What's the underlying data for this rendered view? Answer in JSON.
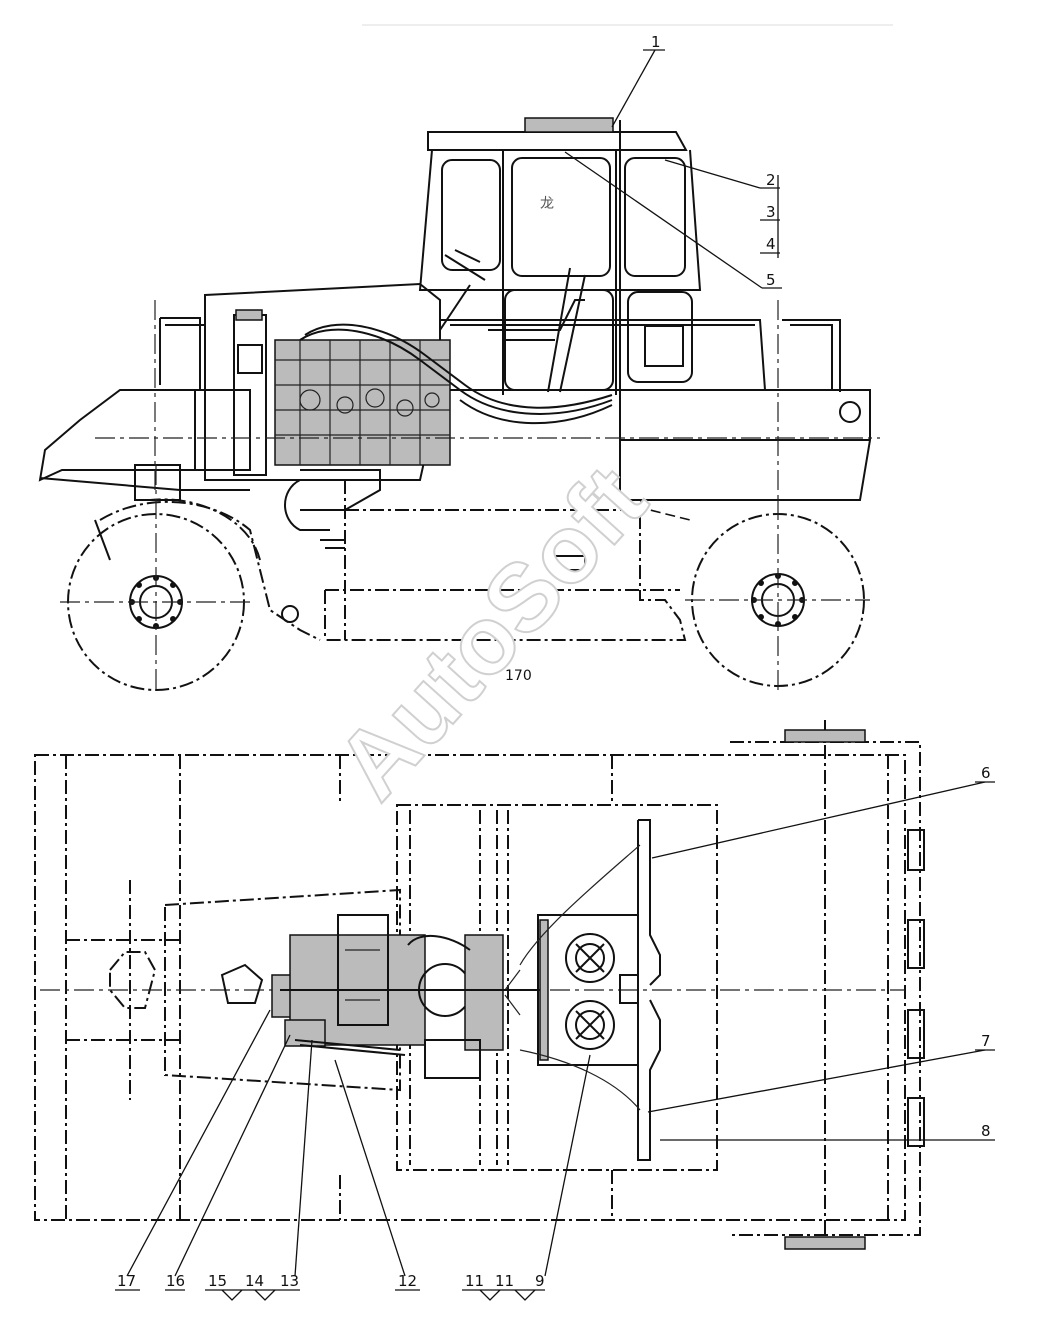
{
  "watermark": "AutoSoft",
  "dimension_text": "170",
  "callouts": {
    "c1": "1",
    "c2": "2",
    "c3": "3",
    "c4": "4",
    "c5": "5",
    "c6": "6",
    "c7": "7",
    "c8": "8",
    "c9": "9",
    "c11a": "11",
    "c11b": "11",
    "c12": "12",
    "c13": "13",
    "c14": "14",
    "c15": "15",
    "c16": "16",
    "c17": "17"
  }
}
